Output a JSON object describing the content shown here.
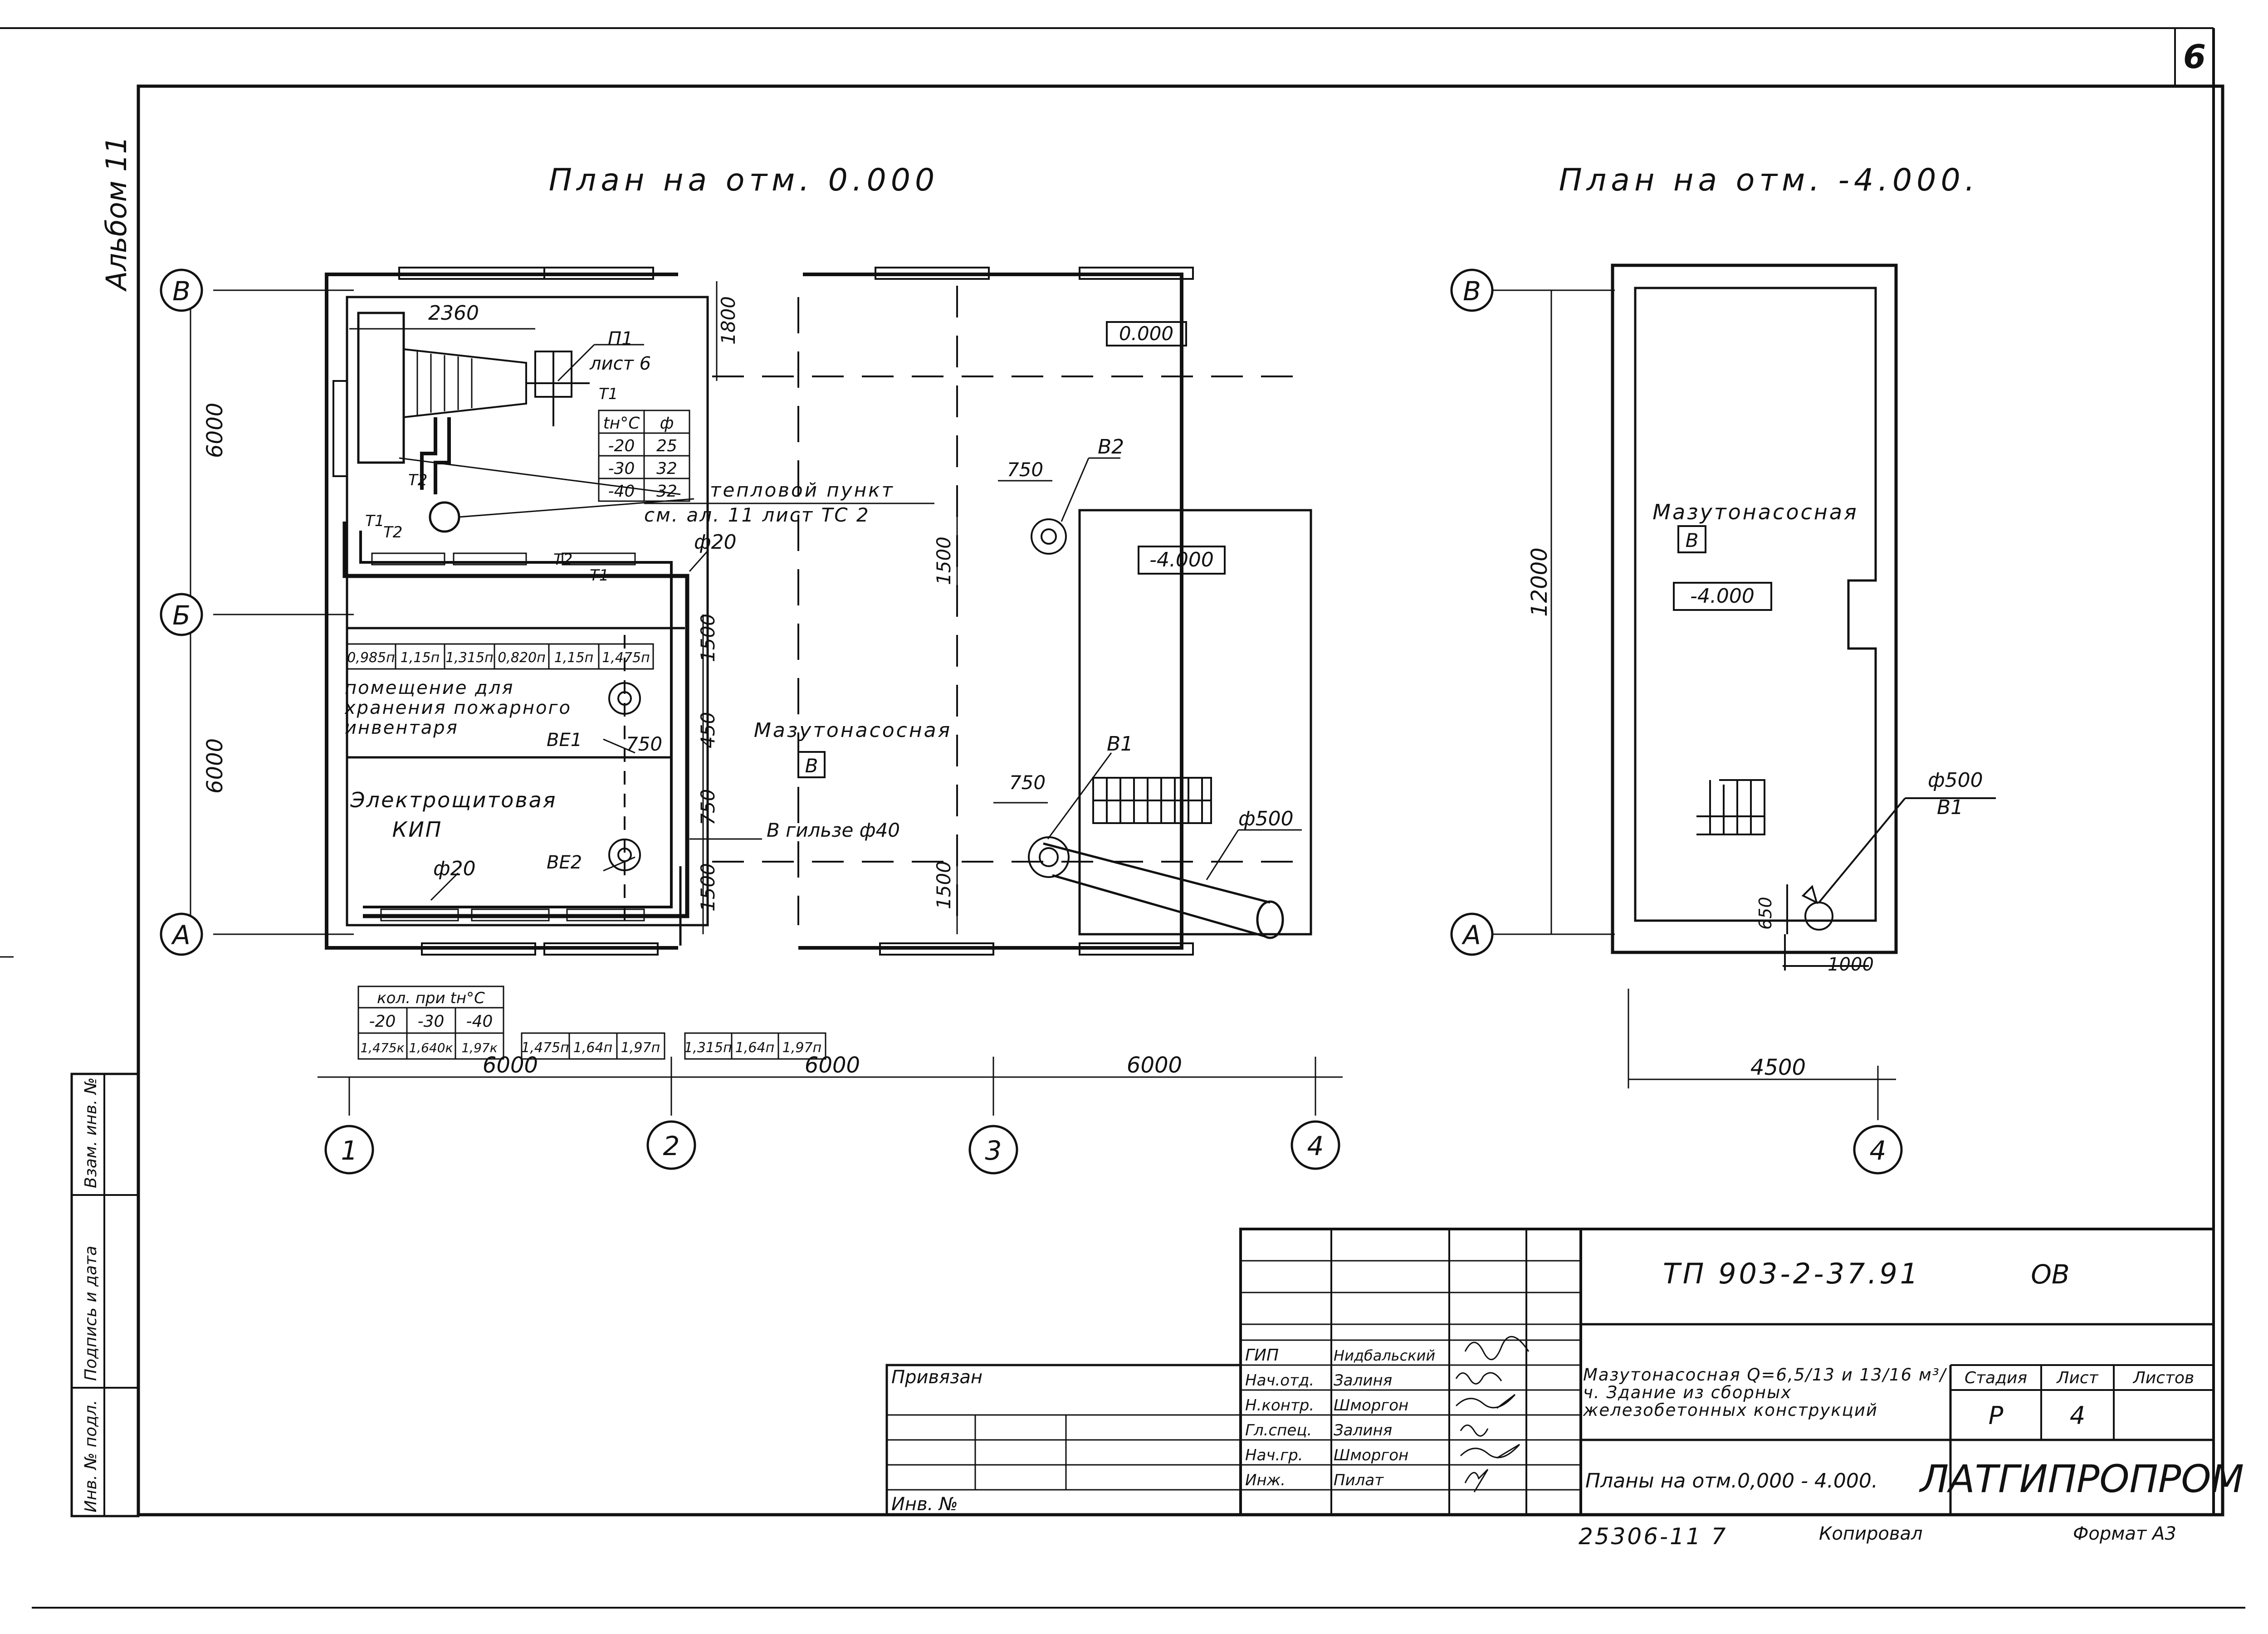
{
  "sheet_number": "6",
  "album_label": "Альбом 11",
  "plan_left": {
    "title": "План на отм. 0.000",
    "level_marks": [
      "0.000",
      "-4.000"
    ],
    "room_main": "Мазутонасосная",
    "room_main_category": "В",
    "room_storage": "помещение для хранения пожарного инвентаря",
    "room_electric_1": "Электрощитовая",
    "room_electric_2": "КИП",
    "heat_unit_label": "тепловой пункт",
    "heat_unit_ref": "см. ал. 11 лист ТС 2",
    "sleeve_label": "В гильзе ф40",
    "pipe_d20_a": "ф20",
    "pipe_d20_b": "ф20",
    "pipe_d500": "ф500",
    "p1_label": "П1",
    "p1_ref": "лист 6",
    "labels_t": [
      "Т1",
      "Т2",
      "Т1",
      "Т2",
      "Т1",
      "Т2"
    ],
    "labels_v": [
      "В1",
      "В2",
      "ВЕ1",
      "ВЕ2"
    ],
    "dims": [
      "2360",
      "1800",
      "750",
      "1500",
      "1500",
      "450",
      "750",
      "750",
      "1500",
      "750",
      "1500",
      "6000",
      "6000",
      "6000",
      "6000",
      "6000"
    ],
    "axes_rows": [
      "В",
      "Б",
      "А"
    ],
    "axes_cols": [
      "1",
      "2",
      "3",
      "4"
    ],
    "temp_table": {
      "headers": [
        "tн°С",
        "ф"
      ],
      "rows": [
        [
          "-20",
          "25"
        ],
        [
          "-30",
          "32"
        ],
        [
          "-40",
          "32"
        ]
      ]
    },
    "radiator_row_1": [
      "0,985п",
      "1,15п",
      "1,315п",
      "0,820п",
      "1,15п",
      "1,475п"
    ],
    "count_table": {
      "header": "кол. при tн°С",
      "temps": [
        "-20",
        "-30",
        "-40"
      ],
      "values": [
        "1,475к",
        "1,640к",
        "1,97к"
      ]
    },
    "radiator_row_2": [
      "1,475п",
      "1,64п",
      "1,97п"
    ],
    "radiator_row_3": [
      "1,315п",
      "1,64п",
      "1,97п"
    ]
  },
  "plan_right": {
    "title": "План на отм. -4.000.",
    "room": "Мазутонасосная",
    "room_category": "В",
    "level": "-4.000",
    "pipe_d500": "ф500",
    "pipe_b1": "В1",
    "dims": [
      "12000",
      "650",
      "1000",
      "4500"
    ],
    "axes_rows": [
      "В",
      "А"
    ],
    "axes_cols": [
      "4"
    ]
  },
  "title_block": {
    "doc_code": "ТП 903-2-37.91",
    "mark": "ОВ",
    "description": "Мазутонасосная Q=6,5/13 и 13/16 м³/ч. Здание из сборных железобетонных конструкций",
    "sheet_title": "Планы на отм.0,000 - 4.000.",
    "organization": "ЛАТГИПРОПРОМ",
    "stage_header": "Стадия",
    "sheet_header": "Лист",
    "sheets_header": "Листов",
    "stage": "Р",
    "sheet": "4",
    "sheets": "",
    "bound_label": "Привязан",
    "inv_label": "Инв. №",
    "roles": [
      "ГИП",
      "Нач.отд.",
      "Н.контр.",
      "Гл.спец.",
      "Нач.гр.",
      "Инж."
    ],
    "names": [
      "Нидбальский",
      "Залиня",
      "Шморгон",
      "Залиня",
      "Шморгон",
      "Пилат"
    ],
    "footer_number": "25306-11  7",
    "copied_label": "Копировал",
    "format_label": "Формат А3"
  },
  "side_stamp": [
    "Инв. № подл.",
    "Подпись и дата",
    "Взам. инв. №"
  ]
}
